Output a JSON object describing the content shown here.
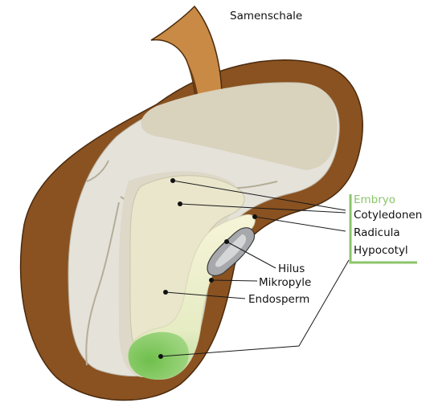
{
  "labels": {
    "samenschale": "Samenschale",
    "embryo": "Embryo",
    "cotyledonen": "Cotyledonen",
    "radicula": "Radicula",
    "hypocotyl": "Hypocotyl",
    "hilus": "Hilus",
    "mikropyle": "Mikropyle",
    "endosperm": "Endosperm"
  },
  "colors": {
    "seed_coat": "#8a5220",
    "seed_coat_flap": "#c98a45",
    "endosperm_outer": "#e5e2da",
    "endosperm_inner": "#d9d2bd",
    "cotyledon": "#e9e6cc",
    "hypocotyl": "#f2f2d2",
    "radicula_tip": "#7cc45a",
    "hilus": "#a6a8ab",
    "embryo_bracket": "#8cc56a"
  }
}
